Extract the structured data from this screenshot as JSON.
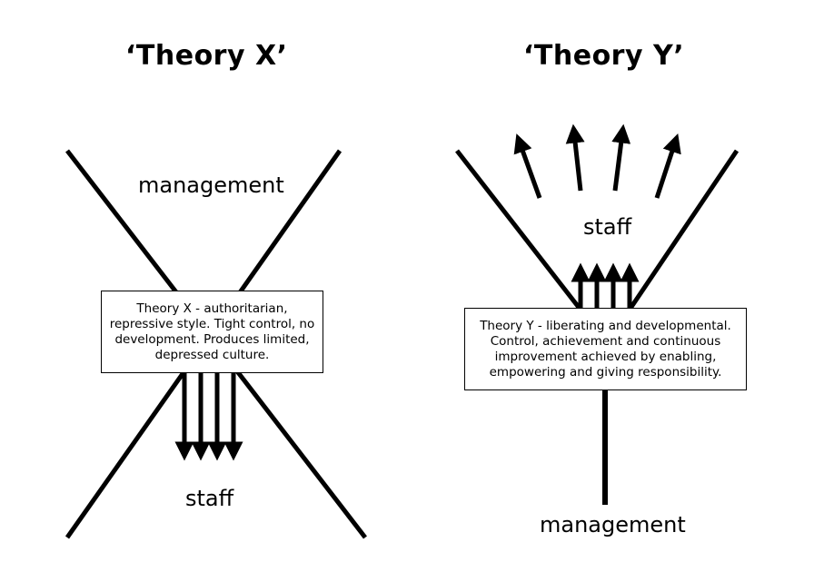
{
  "theory_x": {
    "title": "‘Theory X’",
    "top_label": "management",
    "bottom_label": "staff",
    "description": "Theory X - authoritarian, repressive style.  Tight control, no development.  Produces limited, depressed culture."
  },
  "theory_y": {
    "title": "‘Theory Y’",
    "top_label": "staff",
    "bottom_label": "management",
    "description": "Theory Y - liberating and  developmental. Control, achievement and continuous improvement achieved by enabling, empowering and giving responsibility."
  },
  "colors": {
    "line": "#000000",
    "background": "#ffffff"
  }
}
